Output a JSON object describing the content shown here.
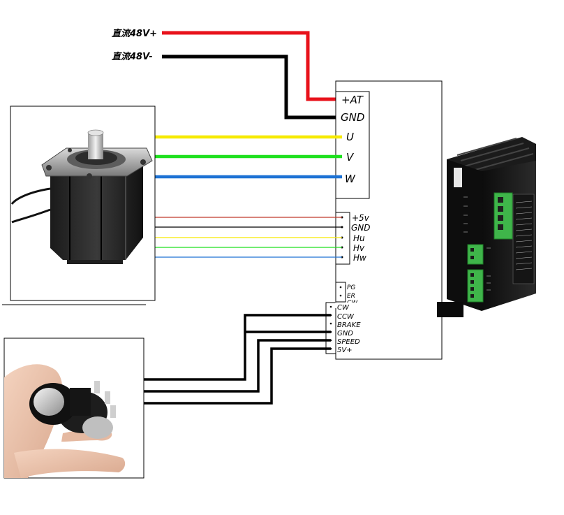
{
  "power": {
    "positive_label": "直流48V+",
    "negative_label": "直流48V-"
  },
  "motor_terminals": [
    "+AT",
    "GND",
    "U",
    "V",
    "W"
  ],
  "hall_terminals": [
    "+5v",
    "GND",
    "Hu",
    "Hv",
    "Hw"
  ],
  "pg_terminals": [
    "PG",
    "ER",
    "CW"
  ],
  "control_terminals": [
    "CW",
    "CCW",
    "BRAKE",
    "GND",
    "SPEED",
    "5V+"
  ],
  "wire_colors": {
    "red": "#e8121b",
    "black": "#000000",
    "yellow": "#f6ea00",
    "green": "#1ee01e",
    "blue": "#1d72d4",
    "hall_red": "#c0392b"
  },
  "images": {
    "motor": "brushless-dc-motor-photo",
    "driver": "motor-driver-photo",
    "potentiometer": "potentiometer-knob-in-hand-photo"
  }
}
